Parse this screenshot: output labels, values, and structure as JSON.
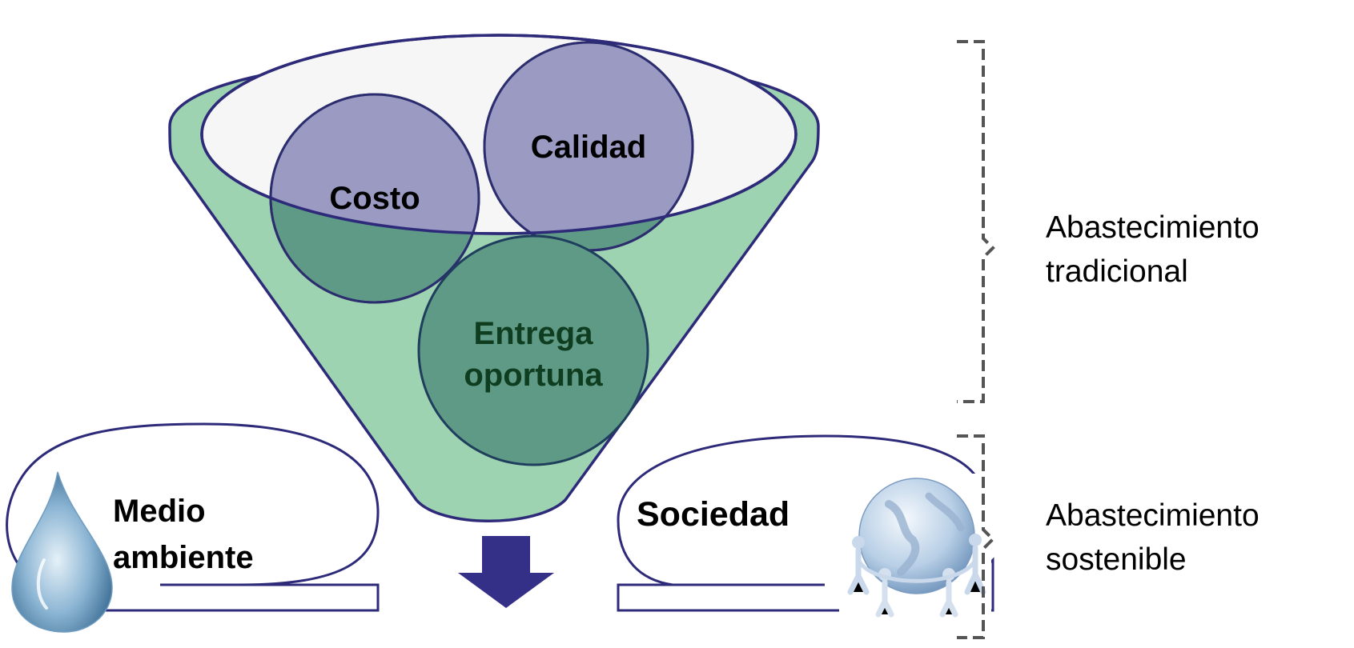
{
  "funnel": {
    "circles": [
      {
        "name": "costo",
        "label": "Costo"
      },
      {
        "name": "calidad",
        "label": "Calidad"
      },
      {
        "name": "entrega",
        "label_lines": [
          "Entrega",
          "oportuna"
        ]
      }
    ]
  },
  "callouts": {
    "left": {
      "label_lines": [
        "Medio",
        "ambiente"
      ],
      "icon": "water-drop-icon"
    },
    "right": {
      "label": "Sociedad",
      "icon": "globe-people-icon"
    }
  },
  "brackets": {
    "traditional": {
      "label_lines": [
        "Abastecimiento",
        "tradicional"
      ]
    },
    "sustainable": {
      "label_lines": [
        "Abastecimiento",
        "sostenible"
      ]
    }
  },
  "colors": {
    "funnel_fill": "#9dd3b0",
    "outline": "#2e2a7a",
    "circle_fill": "#9a9ac2",
    "circle_inner_fill": "#5f9a87",
    "entrega_text": "#0f3d1f",
    "arrow": "#343087",
    "bracket": "#555555"
  }
}
